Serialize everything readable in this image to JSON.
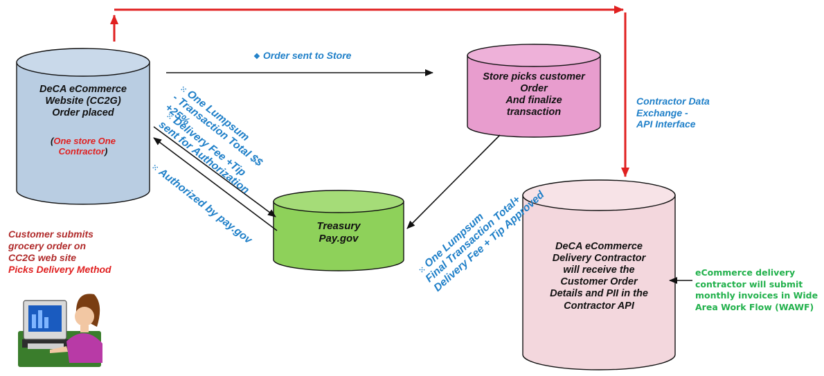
{
  "nodes": {
    "website": {
      "lines": [
        "DeCA eCommerce",
        "Website (CC2G)",
        "Order placed"
      ],
      "note_open": "(",
      "note_line1": "One store One",
      "note_line2": "Contractor",
      "note_close": ")"
    },
    "store": {
      "lines": [
        "Store picks customer",
        "Order",
        "And finalize",
        "transaction"
      ]
    },
    "treasury": {
      "lines": [
        "Treasury",
        "Pay.gov"
      ]
    },
    "contractor": {
      "lines": [
        "DeCA eCommerce",
        "Delivery Contractor",
        "will receive the",
        "Customer Order",
        "Details and PII in the",
        "Contractor API"
      ]
    }
  },
  "labels": {
    "order_sent": "Order sent to Store",
    "contractor_exchange": [
      "Contractor Data",
      "Exchange -",
      "API Interface"
    ],
    "lumpsum_to_treasury": [
      "One Lumpsum",
      "- Transaction Total $$",
      "+25%"
    ],
    "delivery_fee_auth": [
      "Delivery Fee +Tip",
      "sent for Authorization"
    ],
    "authorized": "Authorized by pay.gov",
    "final_transaction": [
      "One Lumpsum",
      "Final Transaction Total+",
      "Delivery Fee + Tip Approved"
    ]
  },
  "customer_note": {
    "lines": [
      "Customer submits",
      "grocery order on",
      "CC2G web site"
    ],
    "highlight": "Picks Delivery Method"
  },
  "invoice_note": [
    "eCommerce delivery",
    "contractor will submit",
    "monthly invoices in Wide",
    "Area Work Flow (WAWF)"
  ],
  "icons": {
    "bullet": "four-dot-bullet",
    "person": "person-at-computer-icon"
  },
  "colors": {
    "website_fill": "#b9cde2",
    "store_fill": "#e89dce",
    "treasury_fill": "#8ed15a",
    "contractor_fill": "#f3d7dd",
    "red_arrow": "#e02020",
    "label_blue": "#1e7fc8",
    "note_red": "#e02020",
    "note_maroon": "#b02a2a",
    "invoice_green": "#22b14c"
  }
}
